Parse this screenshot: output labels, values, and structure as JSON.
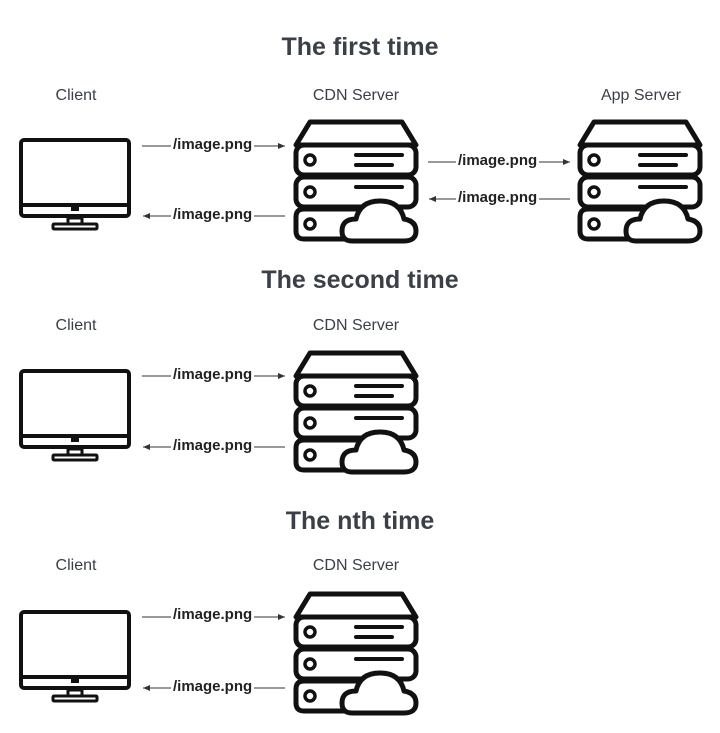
{
  "sections": [
    {
      "title": "The first time",
      "labels": {
        "client": "Client",
        "cdn": "CDN Server",
        "app": "App Server"
      },
      "flows": {
        "client_to_cdn": "/image.png",
        "cdn_to_client": "/image.png",
        "cdn_to_app": "/image.png",
        "app_to_cdn": "/image.png"
      }
    },
    {
      "title": "The second time",
      "labels": {
        "client": "Client",
        "cdn": "CDN Server"
      },
      "flows": {
        "client_to_cdn": "/image.png",
        "cdn_to_client": "/image.png"
      }
    },
    {
      "title": "The nth time",
      "labels": {
        "client": "Client",
        "cdn": "CDN Server"
      },
      "flows": {
        "client_to_cdn": "/image.png",
        "cdn_to_client": "/image.png"
      }
    }
  ],
  "icons": {
    "client": "monitor-icon",
    "server": "server-cloud-icon"
  },
  "colors": {
    "text": "#3a3f48",
    "line": "#333333",
    "icon": "#111111"
  }
}
